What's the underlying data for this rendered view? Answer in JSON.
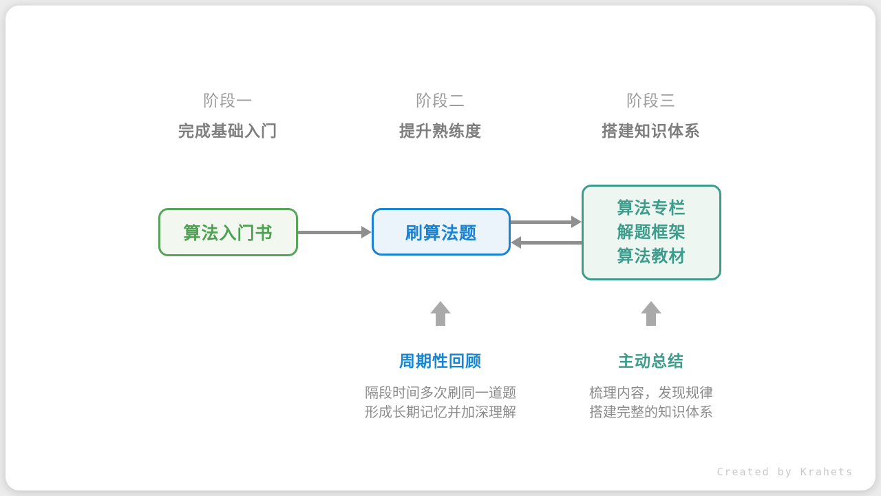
{
  "palette": {
    "bg": "#ECECEC",
    "card": "#FFFFFF",
    "stage-label": "#9C9C9C",
    "stage-subtitle": "#7E7E7E",
    "green": "#4EA153",
    "green-border": "#58A45B",
    "green-fill": "#F2F8F0",
    "blue": "#1A82D2",
    "blue-label": "#1486D3",
    "blue-fill": "#EBF4FB",
    "teal": "#3E9C8B",
    "teal-fill": "#EEF6F2",
    "arrow": "#8F8F8F",
    "block-arrow": "#A9A9A9",
    "desc": "#8C8C8C",
    "credit": "#C9C9C9"
  },
  "stages": [
    {
      "label": "阶段一",
      "subtitle": "完成基础入门"
    },
    {
      "label": "阶段二",
      "subtitle": "提升熟练度"
    },
    {
      "label": "阶段三",
      "subtitle": "搭建知识体系"
    }
  ],
  "nodes": [
    {
      "lines": [
        "算法入门书"
      ]
    },
    {
      "lines": [
        "刷算法题"
      ]
    },
    {
      "lines": [
        "算法专栏",
        "解题框架",
        "算法教材"
      ]
    }
  ],
  "annotations": [
    {
      "title": "周期性回顾",
      "desc": [
        "隔段时间多次刷同一道题",
        "形成长期记忆并加深理解"
      ]
    },
    {
      "title": "主动总结",
      "desc": [
        "梳理内容，发现规律",
        "搭建完整的知识体系"
      ]
    }
  ],
  "credit": "Created by Krahets"
}
